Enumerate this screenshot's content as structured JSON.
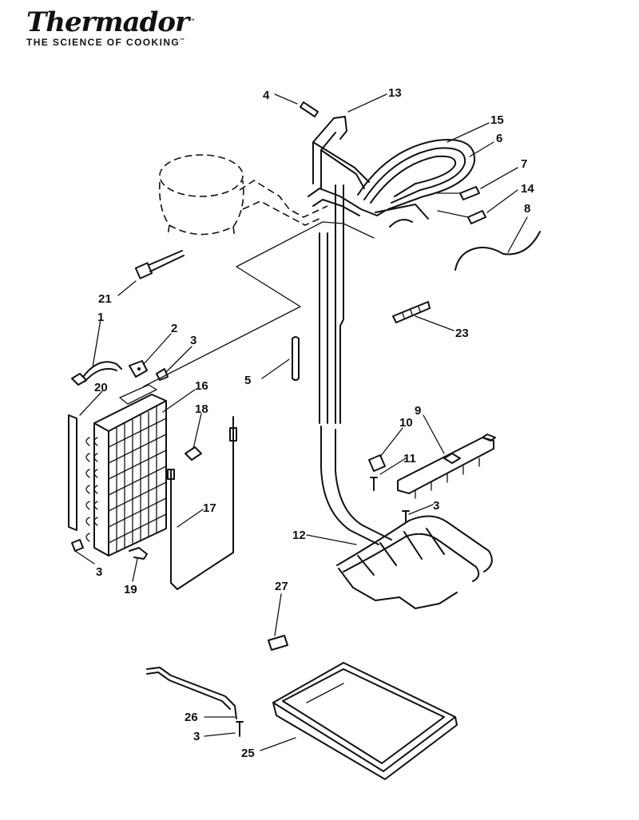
{
  "brand": {
    "name": "Thermador",
    "name_mark": "™",
    "tagline": "THE SCIENCE OF COOKING",
    "tagline_mark": "™"
  },
  "parts": [
    {
      "id": "p1",
      "label": "1"
    },
    {
      "id": "p2",
      "label": "2"
    },
    {
      "id": "p3a",
      "label": "3"
    },
    {
      "id": "p3b",
      "label": "3"
    },
    {
      "id": "p3c",
      "label": "3"
    },
    {
      "id": "p3d",
      "label": "3"
    },
    {
      "id": "p4",
      "label": "4"
    },
    {
      "id": "p5",
      "label": "5"
    },
    {
      "id": "p6",
      "label": "6"
    },
    {
      "id": "p7",
      "label": "7"
    },
    {
      "id": "p8",
      "label": "8"
    },
    {
      "id": "p9",
      "label": "9"
    },
    {
      "id": "p10",
      "label": "10"
    },
    {
      "id": "p11",
      "label": "11"
    },
    {
      "id": "p12",
      "label": "12"
    },
    {
      "id": "p13",
      "label": "13"
    },
    {
      "id": "p14",
      "label": "14"
    },
    {
      "id": "p15",
      "label": "15"
    },
    {
      "id": "p16",
      "label": "16"
    },
    {
      "id": "p17",
      "label": "17"
    },
    {
      "id": "p18",
      "label": "18"
    },
    {
      "id": "p19",
      "label": "19"
    },
    {
      "id": "p20",
      "label": "20"
    },
    {
      "id": "p21",
      "label": "21"
    },
    {
      "id": "p23",
      "label": "23"
    },
    {
      "id": "p25",
      "label": "25"
    },
    {
      "id": "p26",
      "label": "26"
    },
    {
      "id": "p27",
      "label": "27"
    }
  ]
}
